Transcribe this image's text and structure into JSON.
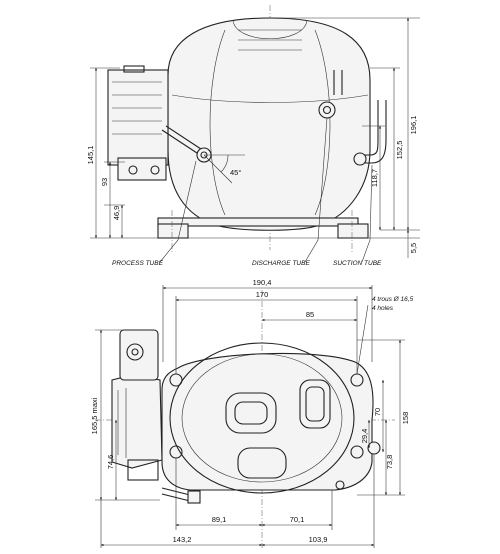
{
  "labels": {
    "process_tube": "PROCESS TUBE",
    "discharge_tube": "DISCHARGE TUBE",
    "suction_tube": "SUCTION TUBE",
    "holes_fr": "4 trous  Ø 16,5",
    "holes_en": "4 holes",
    "angle": "45°"
  },
  "front_view_dims": {
    "overall_height": "196,1",
    "suction_height": "152,5",
    "suction_center": "118,7",
    "base_offset": "5,5",
    "left_height": "145,1",
    "terminal_height": "93",
    "process_height": "46,9"
  },
  "top_view_dims": {
    "overall_width": "190,4",
    "mount_width": "170",
    "center_spacing": "85",
    "max_depth": "165,5 maxi",
    "left_depth": "74,6",
    "mount_depth": "158",
    "hole_spacing": "70",
    "suction_offset": "29,4",
    "right_depth": "73,8",
    "left_width": "143,2",
    "left_offset": "89,1",
    "right_offset": "70,1",
    "right_width": "103,9"
  }
}
